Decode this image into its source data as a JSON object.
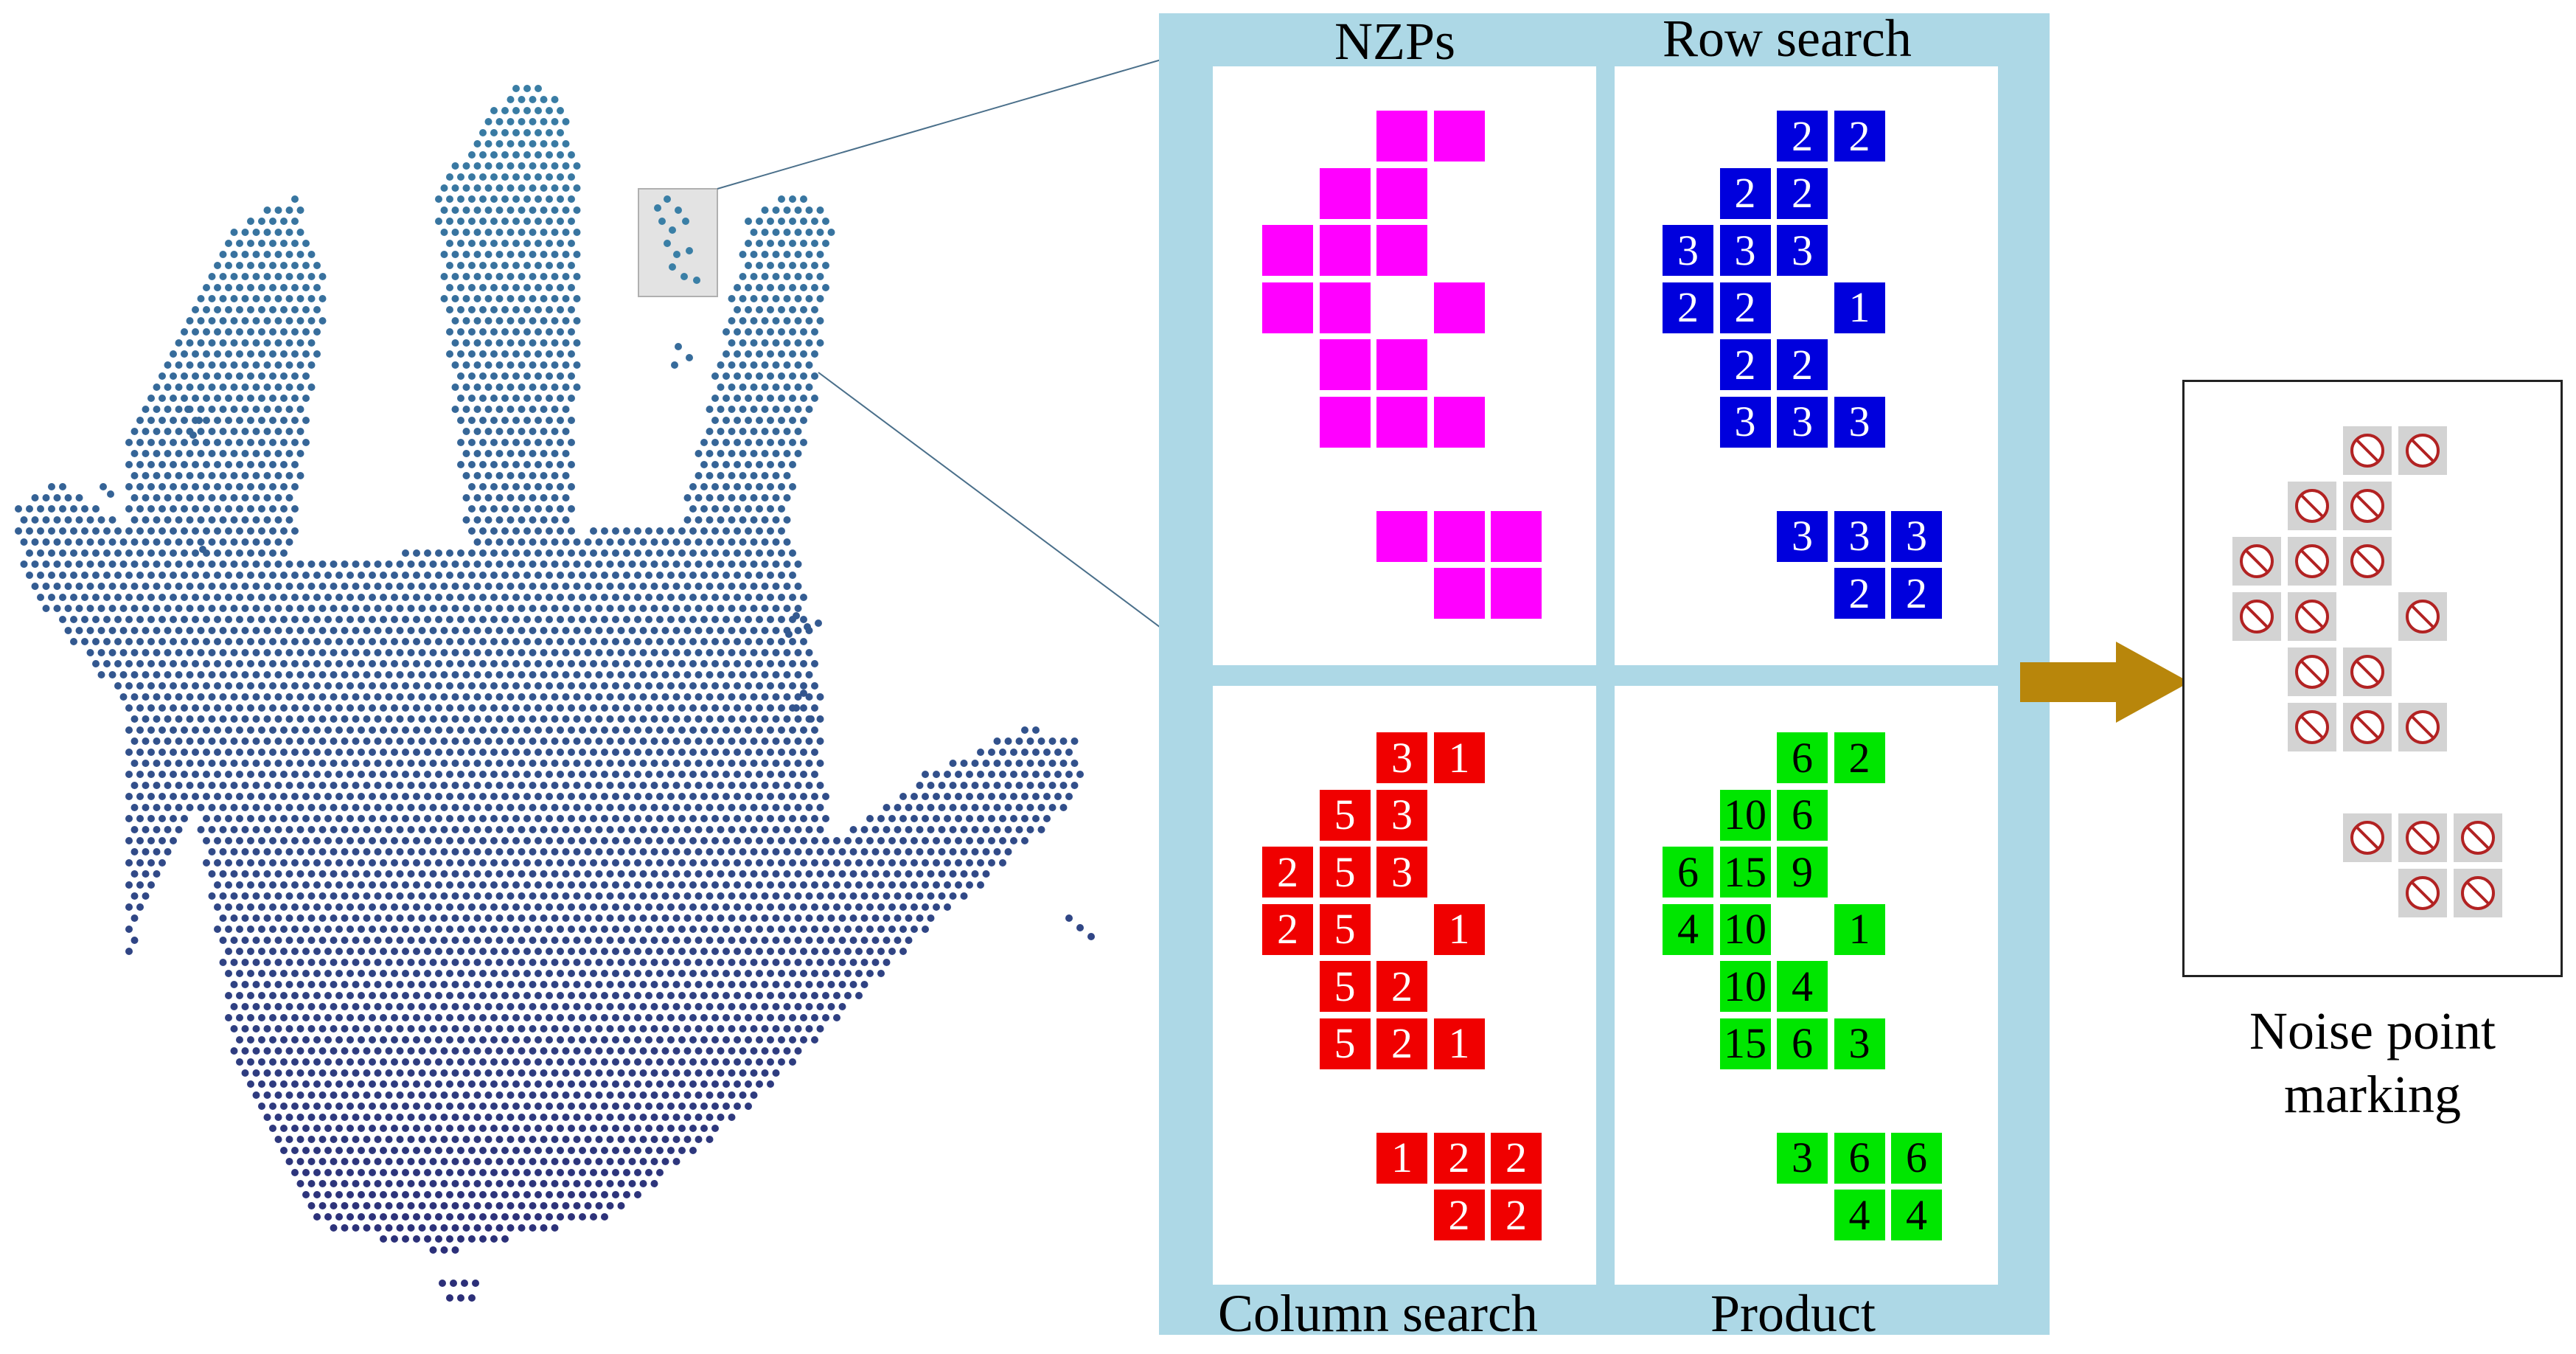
{
  "colors": {
    "panel_background": "#add8e6",
    "nzp": "#ff00ff",
    "row_search": "#0000dd",
    "column_search": "#f00000",
    "product": "#00e600",
    "noise_cell": "#d3d3d3",
    "noise_symbol": "#b22222",
    "arrow": "#b8860b",
    "hand_points_top": "#3a7fa6",
    "hand_points_bottom": "#2c2f78"
  },
  "icons": {
    "noise_mark": "prohibited-sign-icon",
    "flow_arrow": "right-arrow-icon"
  },
  "panels": {
    "nzps": {
      "title": "NZPs"
    },
    "row_search": {
      "title": "Row search",
      "values": [
        "2",
        "2",
        "2",
        "2",
        "3",
        "3",
        "3",
        "2",
        "2",
        "1",
        "2",
        "2",
        "3",
        "3",
        "3",
        "3",
        "3",
        "3",
        "2",
        "2"
      ]
    },
    "column_search": {
      "title": "Column search",
      "values": [
        "3",
        "1",
        "5",
        "3",
        "2",
        "5",
        "3",
        "2",
        "5",
        "1",
        "5",
        "2",
        "5",
        "2",
        "1",
        "1",
        "2",
        "2",
        "2",
        "2"
      ]
    },
    "product": {
      "title": "Product",
      "values": [
        "6",
        "2",
        "10",
        "6",
        "6",
        "15",
        "9",
        "4",
        "10",
        "1",
        "10",
        "4",
        "15",
        "6",
        "3",
        "3",
        "6",
        "6",
        "4",
        "4"
      ]
    }
  },
  "noise_marking": {
    "label_line1": "Noise point",
    "label_line2": "marking"
  }
}
